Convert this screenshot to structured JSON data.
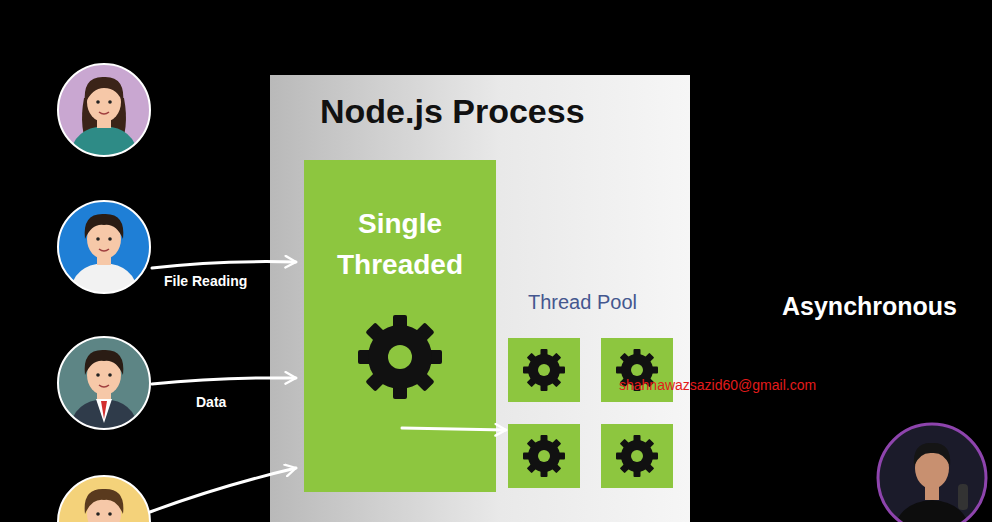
{
  "diagram": {
    "nodes": [
      {
        "text": [
          "Node.js Process"
        ]
      },
      {
        "text": [
          "Single Threaded"
        ],
        "in": 0
      }
    ],
    "labels": [
      "File Reading",
      "Data",
      "Thread Pool",
      "Asynchronous",
      "shahnawazsazid60@gmail.com"
    ]
  }
}
